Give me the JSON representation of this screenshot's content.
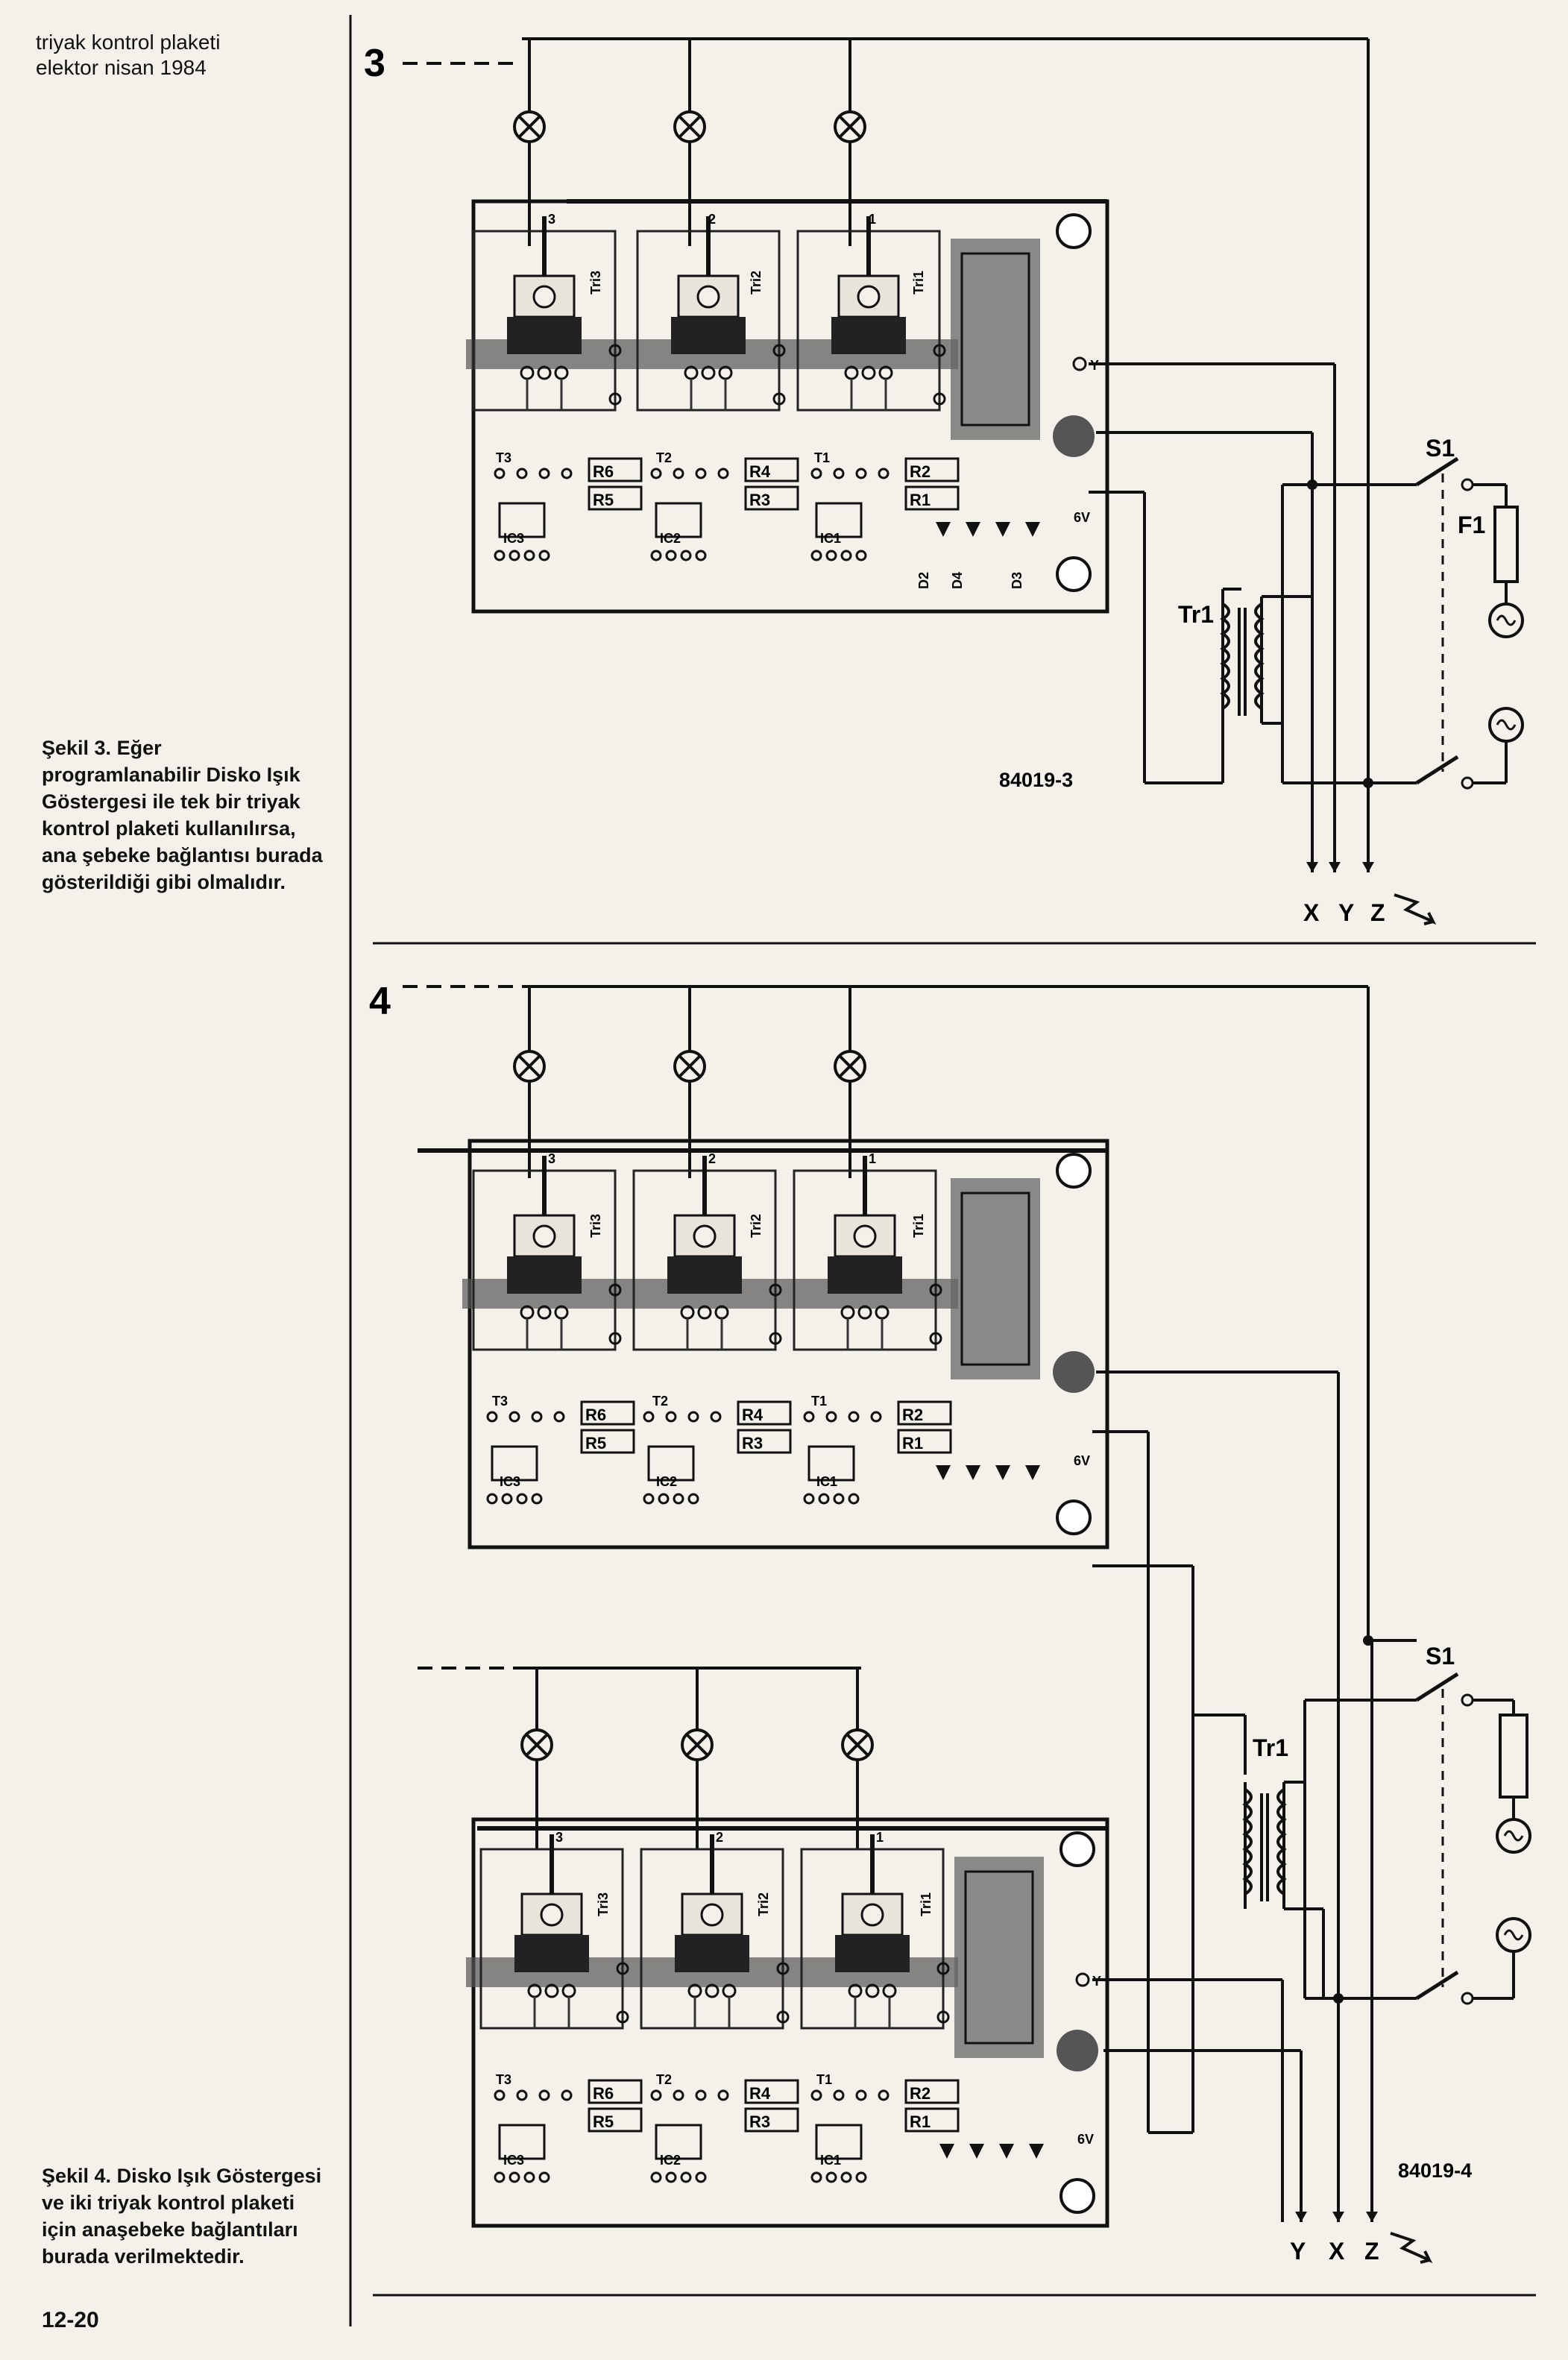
{
  "header": {
    "line1": "triyak kontrol plaketi",
    "line2": "elektor nisan 1984"
  },
  "captions": {
    "fig3": "Şekil 3. Eğer programlanabilir Disko Işık Göstergesi ile tek bir triyak kontrol plaketi kullanılırsa, ana şebeke bağlantısı burada gösterildiği gibi olmalıdır.",
    "fig4": "Şekil 4. Disko Işık Göstergesi ve iki triyak kontrol plaketi için anaşebeke bağlantıları burada verilmektedir."
  },
  "page_number": "12-20",
  "fig3": {
    "number": "3",
    "code": "84019-3",
    "outputs": [
      "X",
      "Y",
      "Z"
    ],
    "switch": "S1",
    "fuse": "F1",
    "transformer": "Tr1"
  },
  "fig4": {
    "number": "4",
    "code": "84019-4",
    "outputs": [
      "Y",
      "X",
      "Z"
    ],
    "switch": "S1",
    "transformer": "Tr1"
  },
  "board": {
    "channels": [
      "3",
      "2",
      "1"
    ],
    "triacs": [
      "Tri3",
      "Tri2",
      "Tri1"
    ],
    "transistors": [
      "T3",
      "T2",
      "T1"
    ],
    "ics": [
      "IC3",
      "IC2",
      "IC1"
    ],
    "resistors_top": [
      "R6",
      "R4",
      "R2"
    ],
    "resistors_bottom": [
      "R5",
      "R3",
      "R1"
    ],
    "diodes": [
      "D2",
      "D4",
      "D3"
    ],
    "y_label": "Y",
    "volt_label": "6V"
  }
}
